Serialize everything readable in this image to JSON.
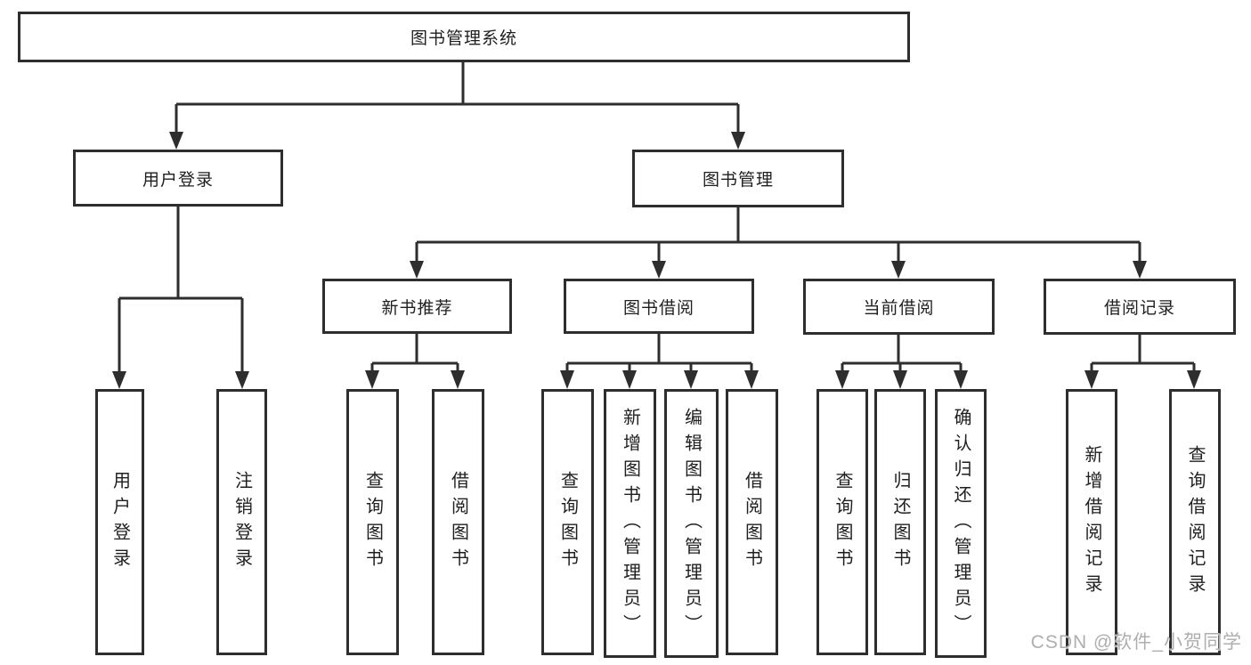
{
  "diagram": {
    "root": {
      "label": "图书管理系统"
    },
    "branches": [
      {
        "label": "用户登录",
        "leaves": [
          {
            "label": "用户登录"
          },
          {
            "label": "注销登录"
          }
        ]
      },
      {
        "label": "图书管理",
        "groups": [
          {
            "label": "新书推荐",
            "leaves": [
              {
                "label": "查询图书"
              },
              {
                "label": "借阅图书"
              }
            ]
          },
          {
            "label": "图书借阅",
            "leaves": [
              {
                "label": "查询图书"
              },
              {
                "label": "新增图书（管理员）"
              },
              {
                "label": "编辑图书（管理员）"
              },
              {
                "label": "借阅图书"
              }
            ]
          },
          {
            "label": "当前借阅",
            "leaves": [
              {
                "label": "查询图书"
              },
              {
                "label": "归还图书"
              },
              {
                "label": "确认归还（管理员）"
              }
            ]
          },
          {
            "label": "借阅记录",
            "leaves": [
              {
                "label": "新增借阅记录"
              },
              {
                "label": "查询借阅记录"
              }
            ]
          }
        ]
      }
    ]
  },
  "watermark": {
    "text": "CSDN @软件_小贺同学"
  },
  "colors": {
    "line": "#2e2e2e",
    "text": "#1f1f1f",
    "box_background": "#ffffff",
    "watermark": "#aeaeae",
    "page_background": "#ffffff"
  }
}
